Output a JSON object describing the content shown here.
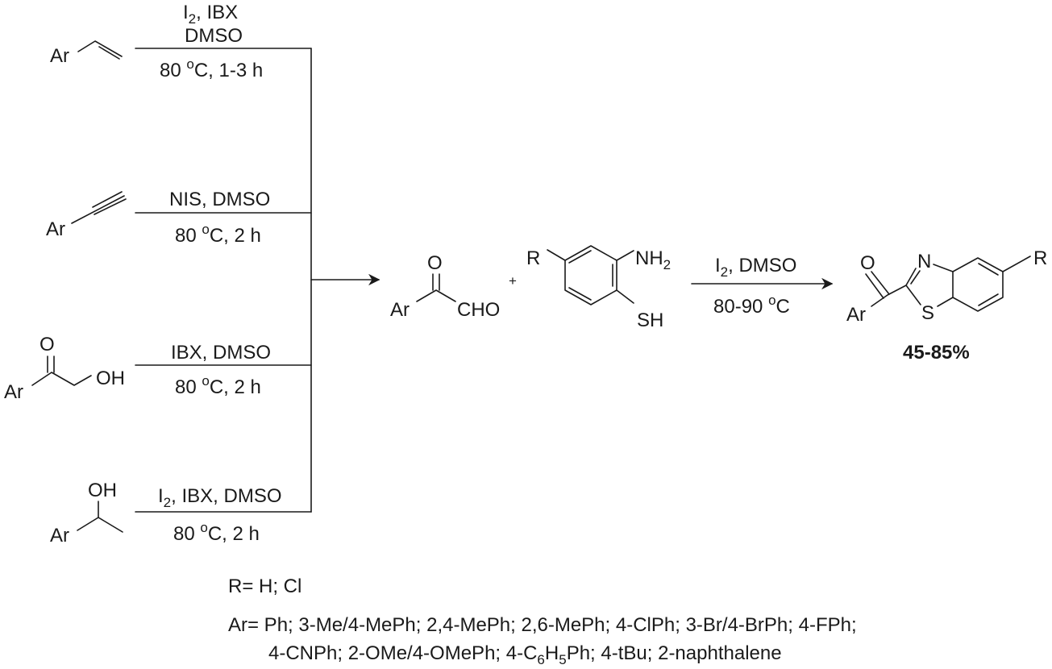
{
  "substrates": {
    "styrene": {
      "ar": "Ar"
    },
    "alkyne": {
      "ar": "Ar"
    },
    "hydroxyketone": {
      "ar": "Ar",
      "o": "O",
      "oh": "OH"
    },
    "alcohol": {
      "ar": "Ar",
      "oh": "OH"
    }
  },
  "conditions": {
    "styrene": {
      "reagent_i": "I",
      "reagent_i_sub": "2",
      "reagent_rest": ", IBX",
      "solvent": "DMSO",
      "temp_lead": "80 ",
      "temp_deg": "o",
      "temp_rest": "C, 1-3 h"
    },
    "alkyne": {
      "reagents": "NIS, DMSO",
      "temp_lead": "80 ",
      "temp_deg": "o",
      "temp_rest": "C, 2 h"
    },
    "hydroxyketone": {
      "reagents": "IBX, DMSO",
      "temp_lead": "80 ",
      "temp_deg": "o",
      "temp_rest": "C, 2 h"
    },
    "alcohol": {
      "reagent_i": "I",
      "reagent_i_sub": "2",
      "reagent_rest": ", IBX, DMSO",
      "temp_lead": "80 ",
      "temp_deg": "o",
      "temp_rest": "C, 2 h"
    }
  },
  "intermediate": {
    "ar": "Ar",
    "o": "O",
    "cho": "CHO"
  },
  "plus": "+",
  "aminothiophenol": {
    "r": "R",
    "nh": "NH",
    "nh_sub": "2",
    "sh": "SH"
  },
  "cyclization": {
    "reagent_i": "I",
    "reagent_i_sub": "2",
    "reagent_rest": ", DMSO",
    "temp_lead": "80-90 ",
    "temp_deg": "o",
    "temp_rest": "C"
  },
  "product": {
    "ar": "Ar",
    "o": "O",
    "n": "N",
    "s": "S",
    "r": "R",
    "yield": "45-85%"
  },
  "footnotes": {
    "r_def": "R= H; Cl",
    "ar_def_line1": "Ar= Ph; 3-Me/4-MePh; 2,4-MePh; 2,6-MePh; 4-ClPh; 3-Br/4-BrPh; 4-FPh;",
    "ar_def_line2_a": "4-CNPh; 2-OMe/4-OMePh; 4-C",
    "ar_def_line2_sub1": "6",
    "ar_def_line2_b": "H",
    "ar_def_line2_sub2": "5",
    "ar_def_line2_c": "Ph; 4-tBu; 2-naphthalene"
  }
}
